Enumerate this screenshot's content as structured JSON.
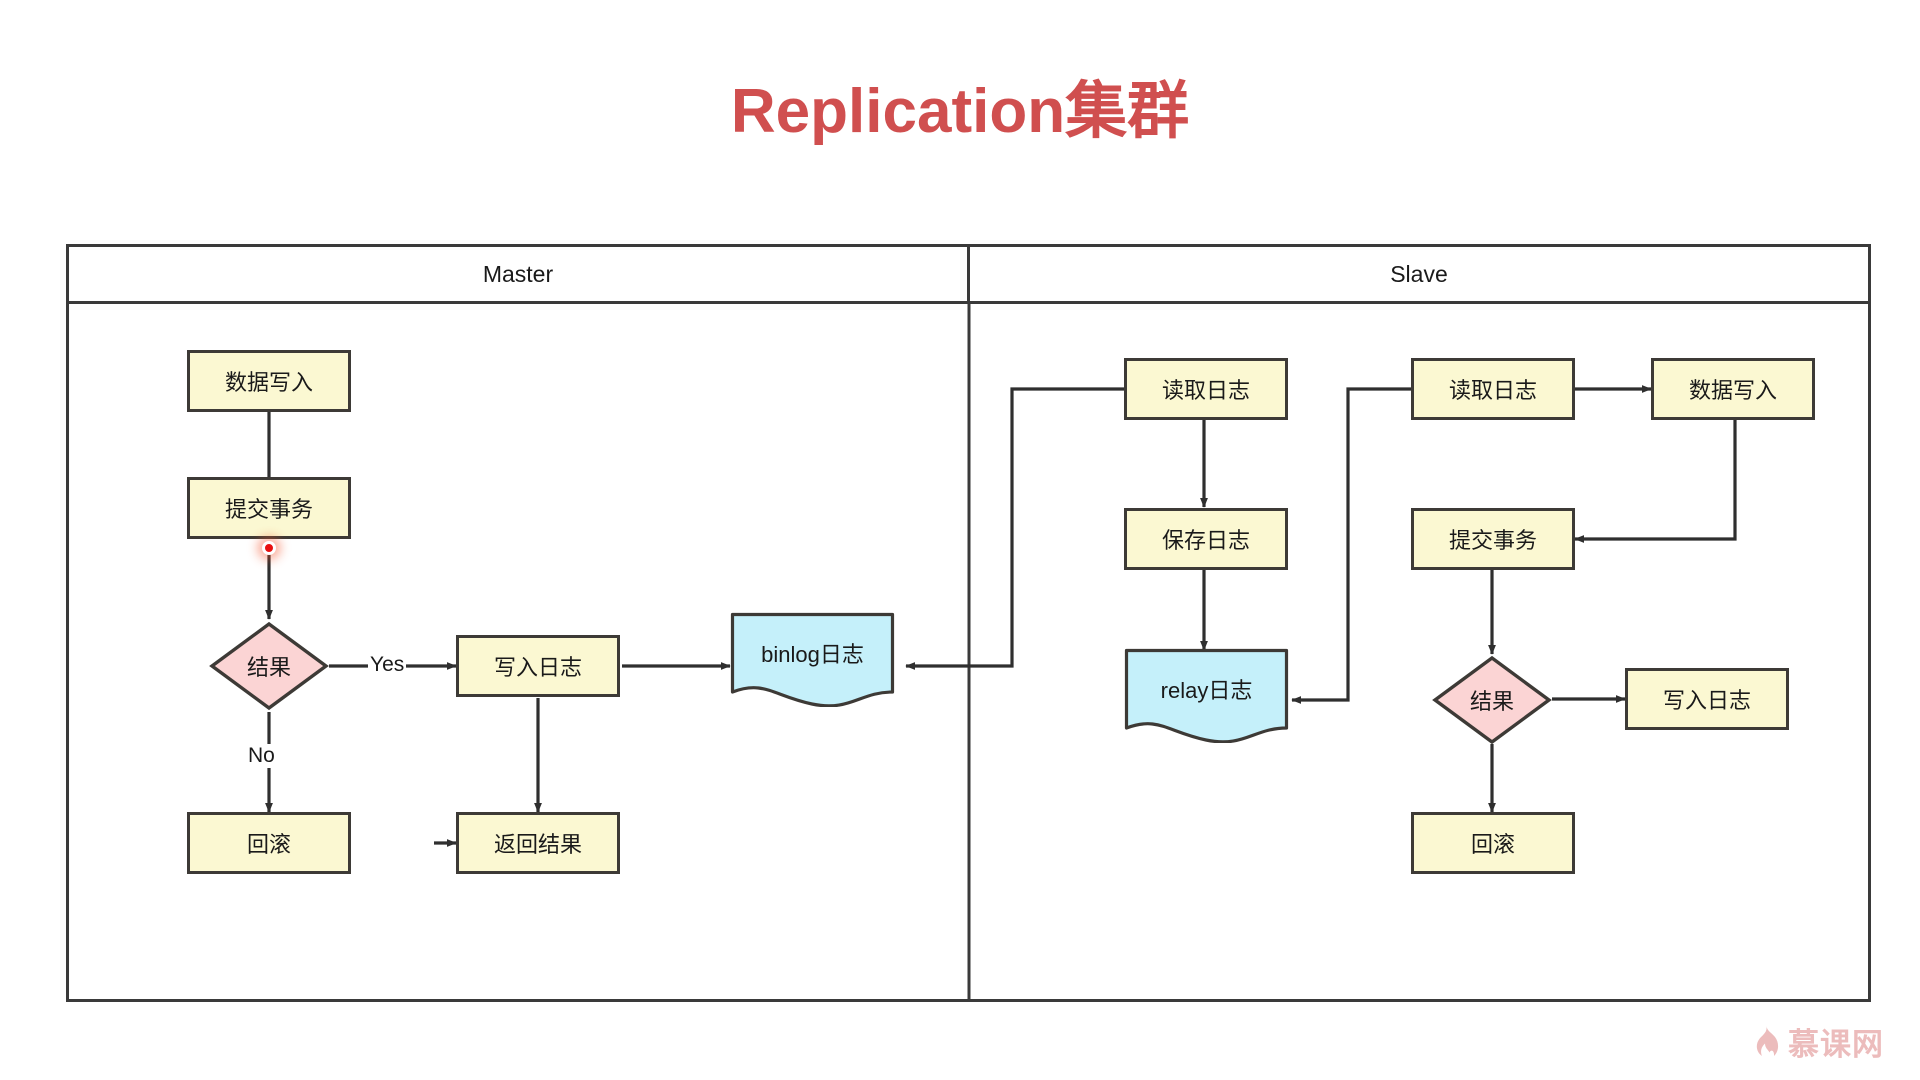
{
  "title": "Replication集群",
  "title_color": "#d04f4f",
  "lanes": [
    {
      "id": "master",
      "label": "Master"
    },
    {
      "id": "slave",
      "label": "Slave"
    }
  ],
  "colors": {
    "process_fill": "#fbf8d2",
    "decision_fill": "#fbd4d4",
    "document_fill": "#c5f0fa",
    "stroke": "#3d3a36",
    "frame_stroke": "#3a3a3a",
    "hotspot": "#e81010"
  },
  "nodes": {
    "m_write_data": {
      "label": "数据写入",
      "shape": "process",
      "lane": "master"
    },
    "m_commit_tx": {
      "label": "提交事务",
      "shape": "process",
      "lane": "master"
    },
    "m_result": {
      "label": "结果",
      "shape": "decision",
      "lane": "master"
    },
    "m_write_log": {
      "label": "写入日志",
      "shape": "process",
      "lane": "master"
    },
    "m_binlog": {
      "label": "binlog日志",
      "shape": "document",
      "lane": "master"
    },
    "m_rollback": {
      "label": "回滚",
      "shape": "process",
      "lane": "master"
    },
    "m_return": {
      "label": "返回结果",
      "shape": "process",
      "lane": "master"
    },
    "s_read_log_1": {
      "label": "读取日志",
      "shape": "process",
      "lane": "slave"
    },
    "s_save_log": {
      "label": "保存日志",
      "shape": "process",
      "lane": "slave"
    },
    "s_relay": {
      "label": "relay日志",
      "shape": "document",
      "lane": "slave"
    },
    "s_read_log_2": {
      "label": "读取日志",
      "shape": "process",
      "lane": "slave"
    },
    "s_write_data": {
      "label": "数据写入",
      "shape": "process",
      "lane": "slave"
    },
    "s_commit_tx": {
      "label": "提交事务",
      "shape": "process",
      "lane": "slave"
    },
    "s_result": {
      "label": "结果",
      "shape": "decision",
      "lane": "slave"
    },
    "s_write_log": {
      "label": "写入日志",
      "shape": "process",
      "lane": "slave"
    },
    "s_rollback": {
      "label": "回滚",
      "shape": "process",
      "lane": "slave"
    }
  },
  "edge_labels": {
    "master_yes": "Yes",
    "master_no": "No"
  },
  "watermark": {
    "text": "慕课网",
    "icon": "flame-icon"
  }
}
